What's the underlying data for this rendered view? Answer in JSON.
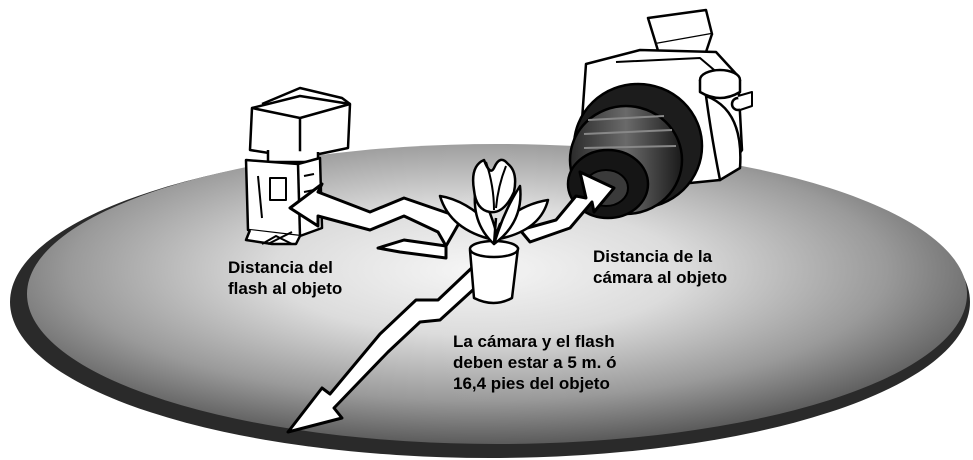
{
  "labels": {
    "flash_distance": {
      "line1": "Distancia del",
      "line2": "flash al objeto"
    },
    "camera_distance": {
      "line1": "Distancia de la",
      "line2": "cámara al objeto"
    },
    "requirement": {
      "line1": "La cámara y el flash",
      "line2": "deben estar a 5 m. ó",
      "line3": "16,4 pies del objeto"
    }
  },
  "colors": {
    "ground_light": "#f4f4f4",
    "ground_mid": "#a8a8a8",
    "ground_dark": "#303030",
    "outline": "#000000",
    "arrow_fill": "#ffffff"
  },
  "icons": {
    "flash": "external-flash-unit-icon",
    "camera": "dslr-camera-icon",
    "subject": "potted-tulip-icon"
  }
}
